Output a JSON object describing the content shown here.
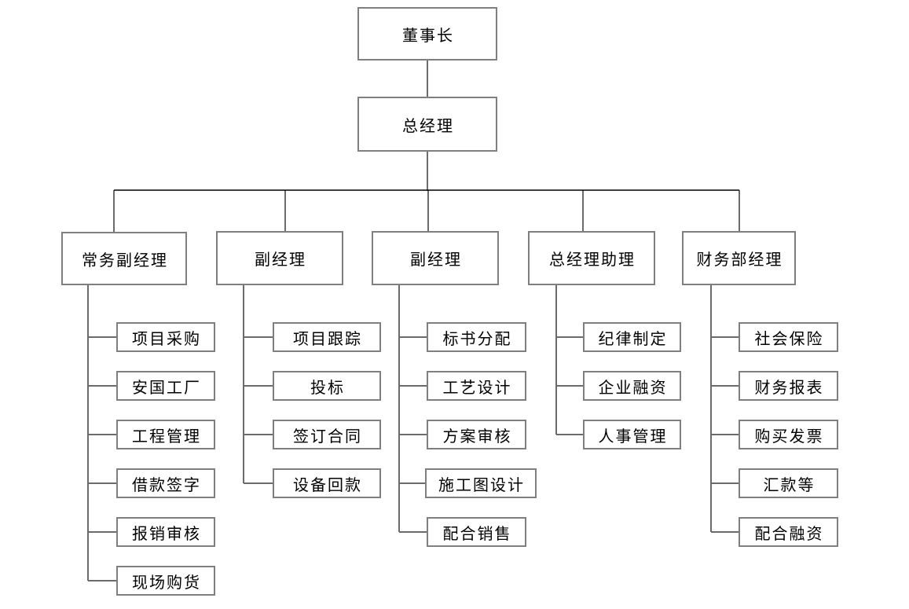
{
  "org": {
    "root": "董事长",
    "gm": "总经理",
    "branches": [
      {
        "head": "常务副经理",
        "children": [
          "项目采购",
          "安国工厂",
          "工程管理",
          "借款签字",
          "报销审核",
          "现场购货"
        ]
      },
      {
        "head": "副经理",
        "children": [
          "项目跟踪",
          "投标",
          "签订合同",
          "设备回款"
        ]
      },
      {
        "head": "副经理",
        "children": [
          "标书分配",
          "工艺设计",
          "方案审核",
          "施工图设计",
          "配合销售"
        ]
      },
      {
        "head": "总经理助理",
        "children": [
          "纪律制定",
          "企业融资",
          "人事管理"
        ]
      },
      {
        "head": "财务部经理",
        "children": [
          "社会保险",
          "财务报表",
          "购买发票",
          "汇款等",
          "配合融资"
        ]
      }
    ],
    "colors": {
      "background": "#ffffff",
      "box_border": "#7f7f7f",
      "branch_line": "#6b6b6b",
      "main_line": "#000000",
      "text": "#000000"
    }
  }
}
